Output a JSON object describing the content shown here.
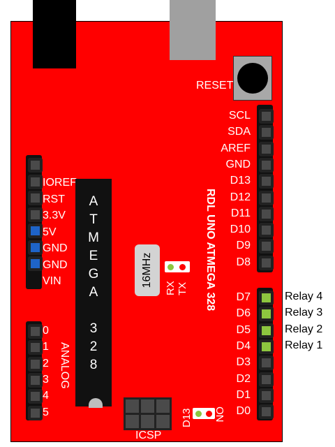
{
  "board": {
    "name": "RDL UNO ATMEGA 328",
    "reset_label": "RESET",
    "icsp_label": "ICSP",
    "analog_label": "ANALOG",
    "crystal_label": "16MHz",
    "rx_label": "RX",
    "tx_label": "TX",
    "d13_label": "D13",
    "on_label": "ON",
    "chip_letters": [
      "A",
      "T",
      "M",
      "E",
      "G",
      "A",
      "",
      "3",
      "2",
      "8"
    ]
  },
  "right_header_top": [
    "SCL",
    "SDA",
    "AREF",
    "GND",
    "D13",
    "D12",
    "D11",
    "D10",
    "D9",
    "D8"
  ],
  "right_header_bottom": [
    "D7",
    "D6",
    "D5",
    "D4",
    "D3",
    "D2",
    "D1",
    "D0"
  ],
  "power_header": [
    "IOREF",
    "RST",
    "3.3V",
    "5V",
    "GND",
    "GND",
    "VIN"
  ],
  "analog_header": [
    "0",
    "1",
    "2",
    "3",
    "4",
    "5"
  ],
  "relays": [
    "Relay 4",
    "Relay 3",
    "Relay 2",
    "Relay 1"
  ],
  "colors": {
    "board": "#ff0000",
    "pin": "#4a4a4a",
    "power_pin_highlight": "#1e64c8",
    "relay_pin_highlight": "#8dc63f",
    "rx_led": "#8dc63f",
    "tx_led": "#ff0000",
    "d13_led": "#8dc63f",
    "on_led": "#ff0000"
  }
}
